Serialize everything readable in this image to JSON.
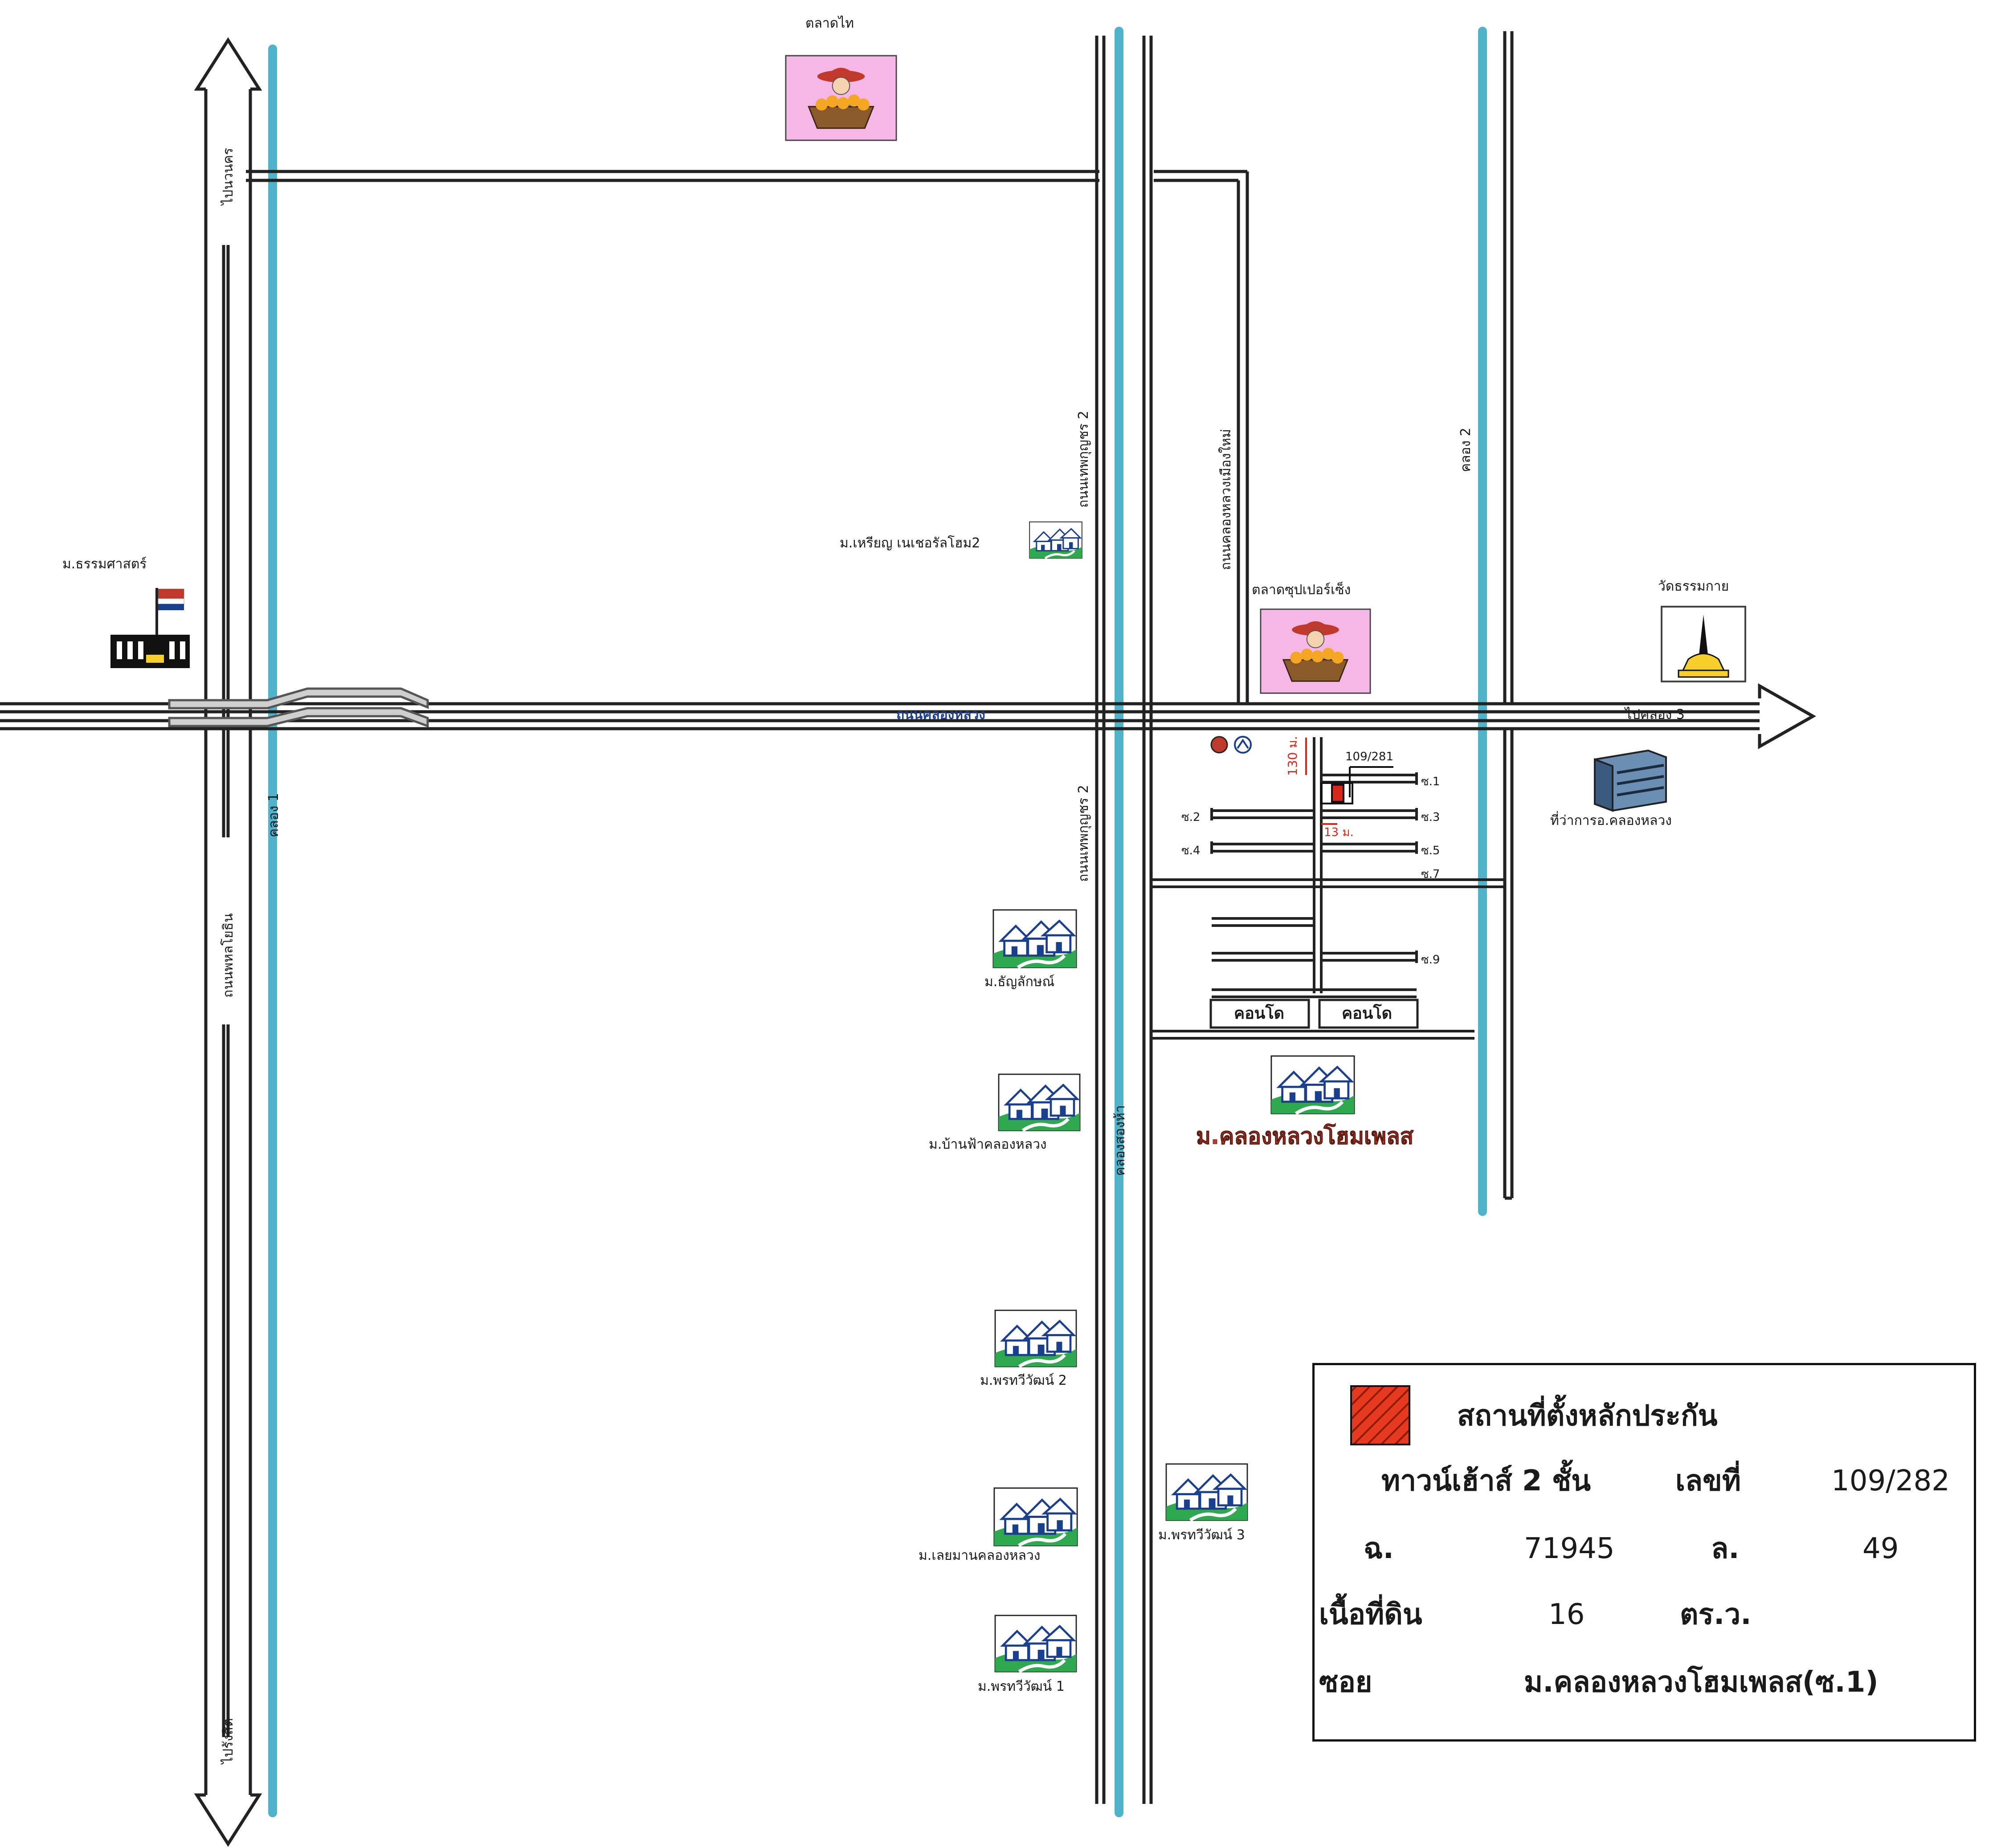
{
  "colors": {
    "canal": "#4fb3cc",
    "road_line": "#222222",
    "market_bg": "#f5b8e6",
    "plot": "#d9261c"
  },
  "icons": {
    "market": "market-vendor-icon",
    "village": "housing-village-icon",
    "university": "university-icon",
    "temple": "temple-pagoda-icon",
    "office": "government-office-icon",
    "car_logos": "car-dealer-logo-icon",
    "arrow": "direction-arrow-icon"
  },
  "labels": {
    "market_top": "ตลาดไท",
    "to_pathum": "ไปนวนคร",
    "to_rangsit": "ไปรังสิต",
    "phahon_road": "ถนนพหลโยธิน",
    "khlong1": "คลอง 1",
    "university": "ม.ธรรมศาสตร์",
    "klong_luang_road": "ถนนคลองหลวง",
    "to_khlong3": "ไปคลอง 3",
    "thep_road_top": "ถนนเทพกุญชร 2",
    "thep_road_bottom": "ถนนเทพกุญชร 2",
    "new_road": "ถนนคลองหลวงเมืองใหม่",
    "khlong2": "คลอง 2",
    "khlong_song": "คลองสองห้า",
    "village_charoen": "ม.เหรียญ เนเชอรัลโฮม2",
    "market_super": "ตลาดซุปเปอร์เซ็ง",
    "temple": "วัดธรรมกาย",
    "district_office": "ที่ว่าการอ.คลองหลวง",
    "dist_130": "130 ม.",
    "dist_13": "13 ม.",
    "plot_number": "109/281",
    "soi1": "ซ.1",
    "soi2": "ซ.2",
    "soi3": "ซ.3",
    "soi4": "ซ.4",
    "soi5": "ซ.5",
    "soi7": "ซ.7",
    "soi9": "ซ.9",
    "condo1": "คอนโด",
    "condo2": "คอนโด",
    "project_name": "ม.คลองหลวงโฮมเพลส",
    "village_thanya": "ม.ธัญลักษณ์",
    "village_banfa": "ม.บ้านฟ้าคลองหลวง",
    "village_prutsawan2": "ม.พรทวีวัฒน์ 2",
    "village_leman": "ม.เลยมานคลองหลวง",
    "village_prutsawan3": "ม.พรทวีวัฒน์ 3",
    "village_prutsawan1": "ม.พรทวีวัฒน์ 1"
  },
  "legend": {
    "title": "สถานที่ตั้งหลักประกัน",
    "type": "ทาวน์เฮ้าส์ 2 ชั้น",
    "number_label": "เลขที่",
    "number": "109/282",
    "deed_label": "ฉ.",
    "deed": "71945",
    "lot_label": "ล.",
    "lot": "49",
    "area_label": "เนื้อที่ดิน",
    "area": "16",
    "area_unit": "ตร.ว.",
    "soi_label": "ซอย",
    "soi": "ม.คลองหลวงโฮมเพลส(ซ.1)"
  }
}
